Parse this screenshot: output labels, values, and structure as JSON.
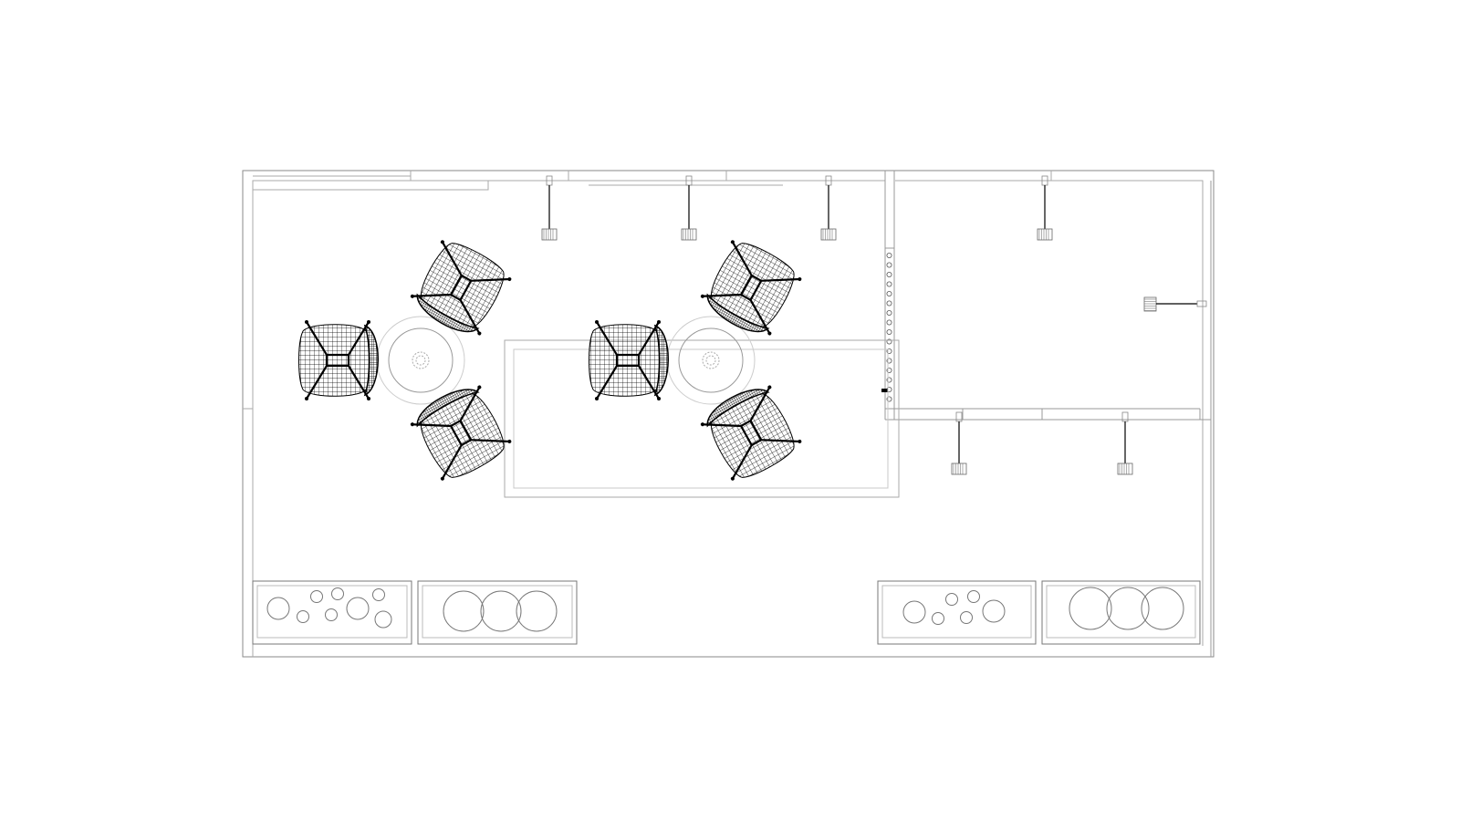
{
  "diagram": {
    "type": "floor-plan",
    "colors": {
      "background": "#ffffff",
      "line": "#000000",
      "wall": "#8a8a8a",
      "light_line": "#b5b5b5"
    },
    "icons": [
      "chair-icon",
      "round-table-icon",
      "pendant-light-icon",
      "wall-light-icon",
      "display-shelf-icon"
    ],
    "seating_groups": 2,
    "chairs_per_group": 3
  }
}
